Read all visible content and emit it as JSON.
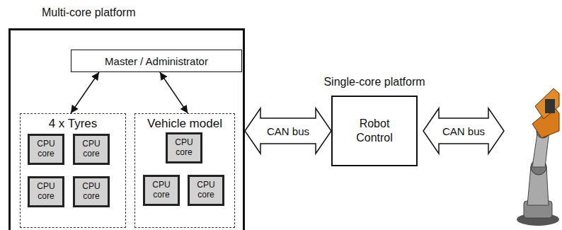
{
  "diagram": {
    "nodes": [
      {
        "text": [
          "Multi-core platform"
        ]
      },
      {
        "text": [
          "Master / Administrator"
        ],
        "in": 0
      },
      {
        "text": [
          "4 x Tyres"
        ],
        "in": 0
      },
      {
        "text": [
          "CPU core"
        ],
        "in": 2
      },
      {
        "text": [
          "CPU core"
        ],
        "in": 2
      },
      {
        "text": [
          "CPU core"
        ],
        "in": 2
      },
      {
        "text": [
          "CPU core"
        ],
        "in": 2
      },
      {
        "text": [
          "Vehicle model"
        ],
        "in": 0
      },
      {
        "text": [
          "CPU core"
        ],
        "in": 7
      },
      {
        "text": [
          "CPU core"
        ],
        "in": 7
      },
      {
        "text": [
          "CPU core"
        ],
        "in": 7
      },
      {
        "text": [
          "Single-core platform",
          "Robot Control"
        ]
      }
    ],
    "edges": [
      {
        "from": 1,
        "to": 2,
        "arrow": "both"
      },
      {
        "from": 1,
        "to": 7,
        "arrow": "both"
      },
      {
        "from": 0,
        "to": 11,
        "label": "CAN bus",
        "arrow": "both"
      }
    ],
    "labels": [
      "CAN bus"
    ]
  }
}
